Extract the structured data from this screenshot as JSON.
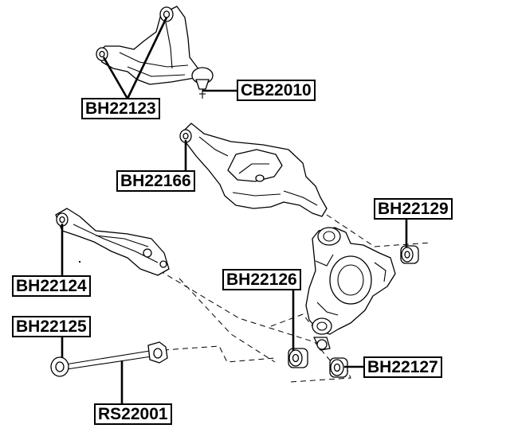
{
  "labels": {
    "cb22010": "CB22010",
    "bh22123": "BH22123",
    "bh22166": "BH22166",
    "bh22129": "BH22129",
    "bh22124": "BH22124",
    "bh22126": "BH22126",
    "bh22125": "BH22125",
    "bh22127": "BH22127",
    "rs22001": "RS22001"
  }
}
